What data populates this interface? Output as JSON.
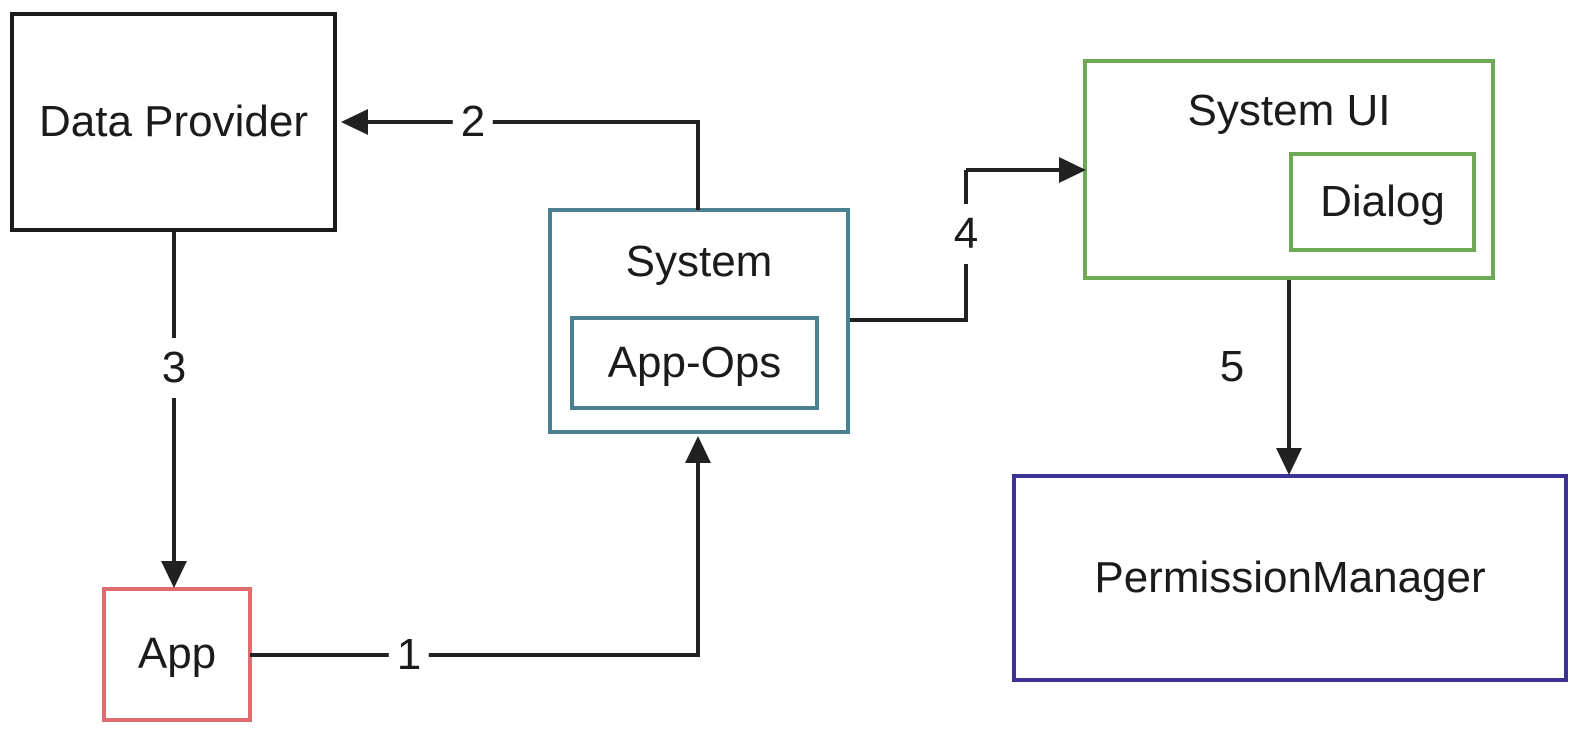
{
  "canvas": {
    "background": "#ffffff",
    "line_color": "#212121",
    "text_color": "#1b1b1b"
  },
  "nodes": {
    "data_provider": {
      "label": "Data Provider",
      "border_color": "#1c1c1c"
    },
    "app": {
      "label": "App",
      "border_color": "#e06d6d"
    },
    "system": {
      "label": "System",
      "border_color": "#4a8191"
    },
    "app_ops": {
      "label": "App-Ops",
      "border_color": "#4a8191"
    },
    "system_ui": {
      "label": "System UI",
      "border_color": "#6fa857"
    },
    "dialog": {
      "label": "Dialog",
      "border_color": "#6fa857"
    },
    "permission_manager": {
      "label": "PermissionManager",
      "border_color": "#3d3393"
    }
  },
  "edges": {
    "e1": {
      "label": "1",
      "from": "App",
      "to": "System"
    },
    "e2": {
      "label": "2",
      "from": "System",
      "to": "Data Provider"
    },
    "e3": {
      "label": "3",
      "from": "Data Provider",
      "to": "App"
    },
    "e4": {
      "label": "4",
      "from": "System",
      "to": "System UI"
    },
    "e5": {
      "label": "5",
      "from": "System UI",
      "to": "PermissionManager"
    }
  }
}
